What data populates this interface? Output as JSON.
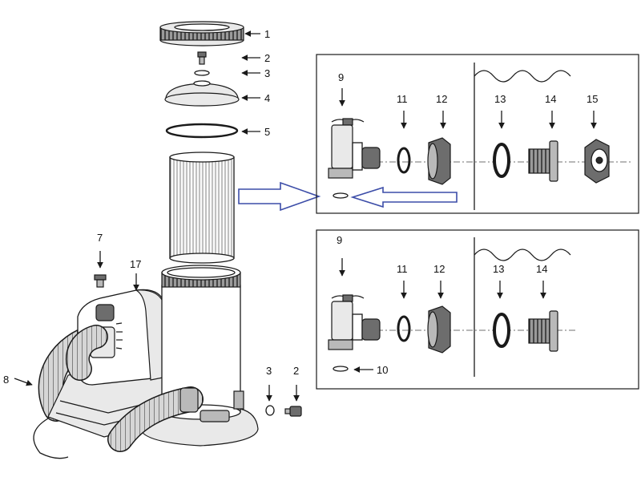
{
  "labels": {
    "p1": "1",
    "p2_top": "2",
    "p3_top": "3",
    "p4": "4",
    "p5": "5",
    "p7": "7",
    "p17": "17",
    "p8": "8",
    "p3_bot": "3",
    "p2_bot": "2",
    "a9": "9",
    "a11": "11",
    "a12": "12",
    "a13": "13",
    "a14": "14",
    "a15": "15",
    "b9": "9",
    "b10": "10",
    "b11": "11",
    "b12": "12",
    "b13": "13",
    "b14": "14"
  },
  "colors": {
    "line": "#1a1a1a",
    "callout_arrow": "#3c4da8"
  }
}
